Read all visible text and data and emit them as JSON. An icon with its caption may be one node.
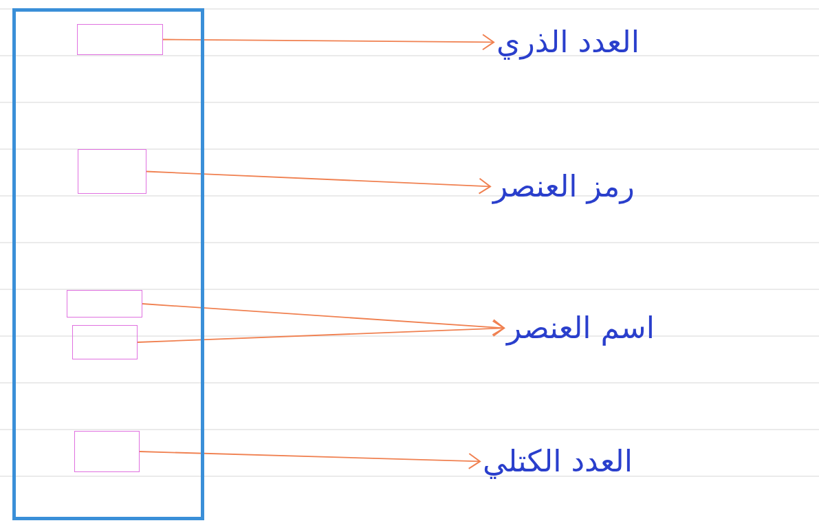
{
  "diagram": {
    "nodes": [
      {
        "text": [],
        "shape": "box"
      },
      {
        "text": [],
        "shape": "box",
        "in": 0
      },
      {
        "text": [],
        "shape": "box",
        "in": 0
      },
      {
        "text": [],
        "shape": "box",
        "in": 0
      },
      {
        "text": [],
        "shape": "box",
        "in": 0
      },
      {
        "text": [],
        "shape": "box",
        "in": 0
      },
      {
        "text": [
          "العدد الذري"
        ]
      },
      {
        "text": [
          "رمز العنصر"
        ]
      },
      {
        "text": [
          "اسم العنصر"
        ]
      },
      {
        "text": [
          "العدد الكتلي"
        ]
      }
    ],
    "edges": [
      {
        "from": 1,
        "to": 6,
        "arrow": "to"
      },
      {
        "from": 2,
        "to": 7,
        "arrow": "to"
      },
      {
        "from": 3,
        "to": 8,
        "arrow": "to"
      },
      {
        "from": 4,
        "to": 8,
        "arrow": "to"
      },
      {
        "from": 5,
        "to": 9,
        "arrow": "to"
      }
    ]
  }
}
